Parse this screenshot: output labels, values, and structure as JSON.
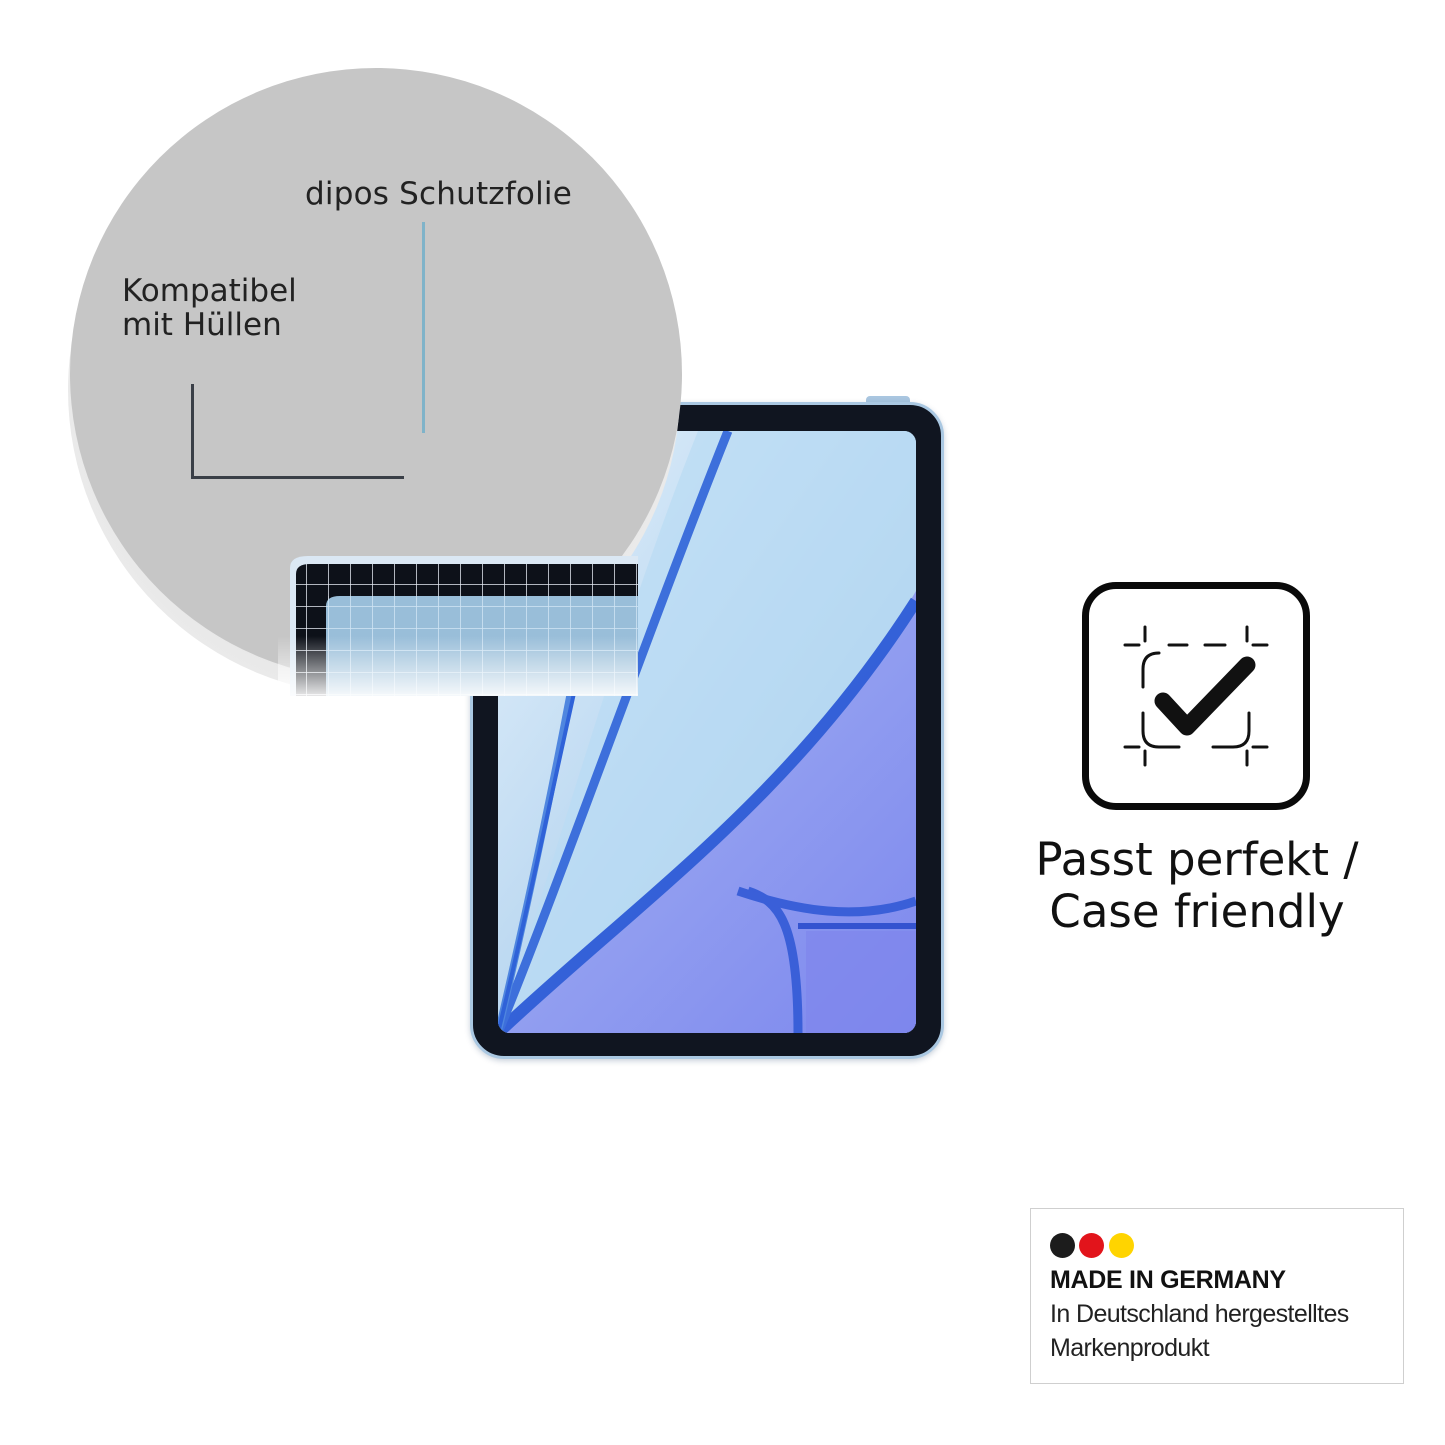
{
  "callouts": {
    "film_label": "dipos Schutzfolie",
    "compat_label_line1": "Kompatibel",
    "compat_label_line2": "mit Hüllen"
  },
  "feature": {
    "icon": "check-in-frame-icon",
    "text_line1": "Passt perfekt /",
    "text_line2": "Case friendly"
  },
  "made_in_germany": {
    "title": "MADE IN GERMANY",
    "line1": "In Deutschland hergestelltes",
    "line2": "Markenprodukt",
    "flag_colors": [
      "#1c1c1c",
      "#e2141b",
      "#ffd400"
    ]
  },
  "colors": {
    "circle_fill": "#c6c6c6",
    "film_line": "#7fb3c9",
    "bracket_line": "#3a3f47",
    "tablet_frame": "#aac8e2"
  }
}
